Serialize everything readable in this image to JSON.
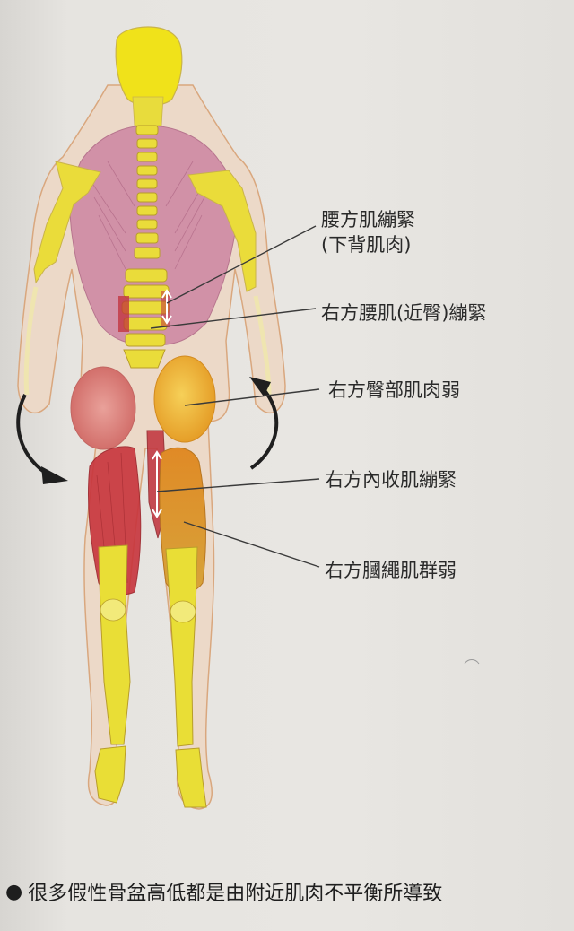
{
  "labels": {
    "quadratus_line1": "腰方肌繃緊",
    "quadratus_line2": "(下背肌肉)",
    "psoas": "右方腰肌(近臀)繃緊",
    "glute": "右方臀部肌肉弱",
    "adductor": "右方內收肌繃緊",
    "hamstring": "右方膕繩肌群弱"
  },
  "caption": {
    "bullet": "●",
    "text": "很多假性骨盆高低都是由附近肌肉不平衡所導致"
  },
  "colors": {
    "skin_outline": "#d9a77e",
    "back_muscle": "#cf8aa4",
    "bone": "#e9dc3a",
    "weak_glute_left": "#d77a72",
    "weak_glute_right": "#e9a630",
    "tight_muscle": "#c0303a",
    "hamstring_weak": "#dc8d2a",
    "leader_line": "#3a3a3a"
  }
}
